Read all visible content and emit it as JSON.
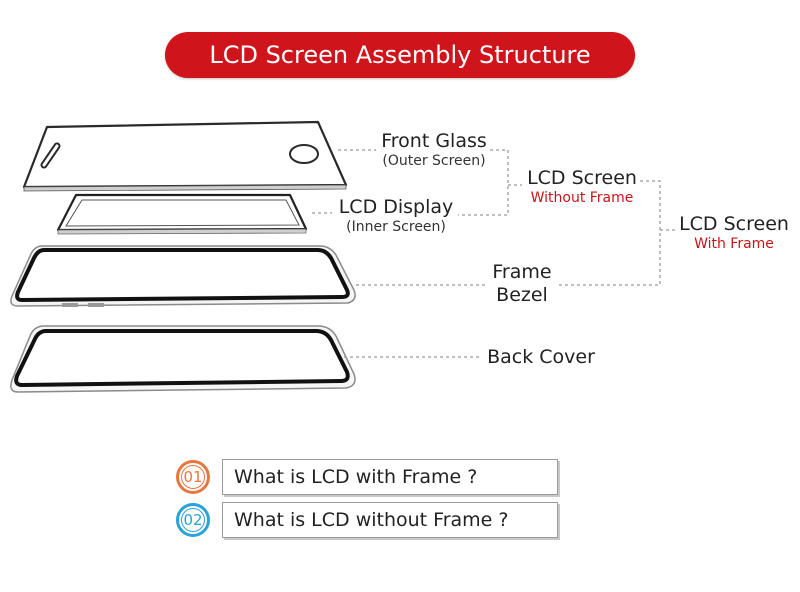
{
  "title": "LCD Screen Assembly Structure",
  "layers": {
    "front_glass": {
      "name": "Front Glass",
      "sub": "(Outer Screen)"
    },
    "lcd_display": {
      "name": "LCD Display",
      "sub": "(Inner Screen)"
    },
    "frame": {
      "name": "Frame",
      "name2": "Bezel"
    },
    "back_cover": {
      "name": "Back Cover"
    }
  },
  "groups": {
    "without_frame": {
      "name": "LCD Screen",
      "sub": "Without Frame"
    },
    "with_frame": {
      "name": "LCD Screen",
      "sub": "With Frame"
    }
  },
  "faq": [
    {
      "num": "01",
      "text": "What is LCD with Frame ?",
      "color": "#e8773e"
    },
    {
      "num": "02",
      "text": "What is LCD without Frame ?",
      "color": "#2aa3d8"
    }
  ],
  "colors": {
    "accent": "#d0141b",
    "connector": "#9a9a9a"
  }
}
